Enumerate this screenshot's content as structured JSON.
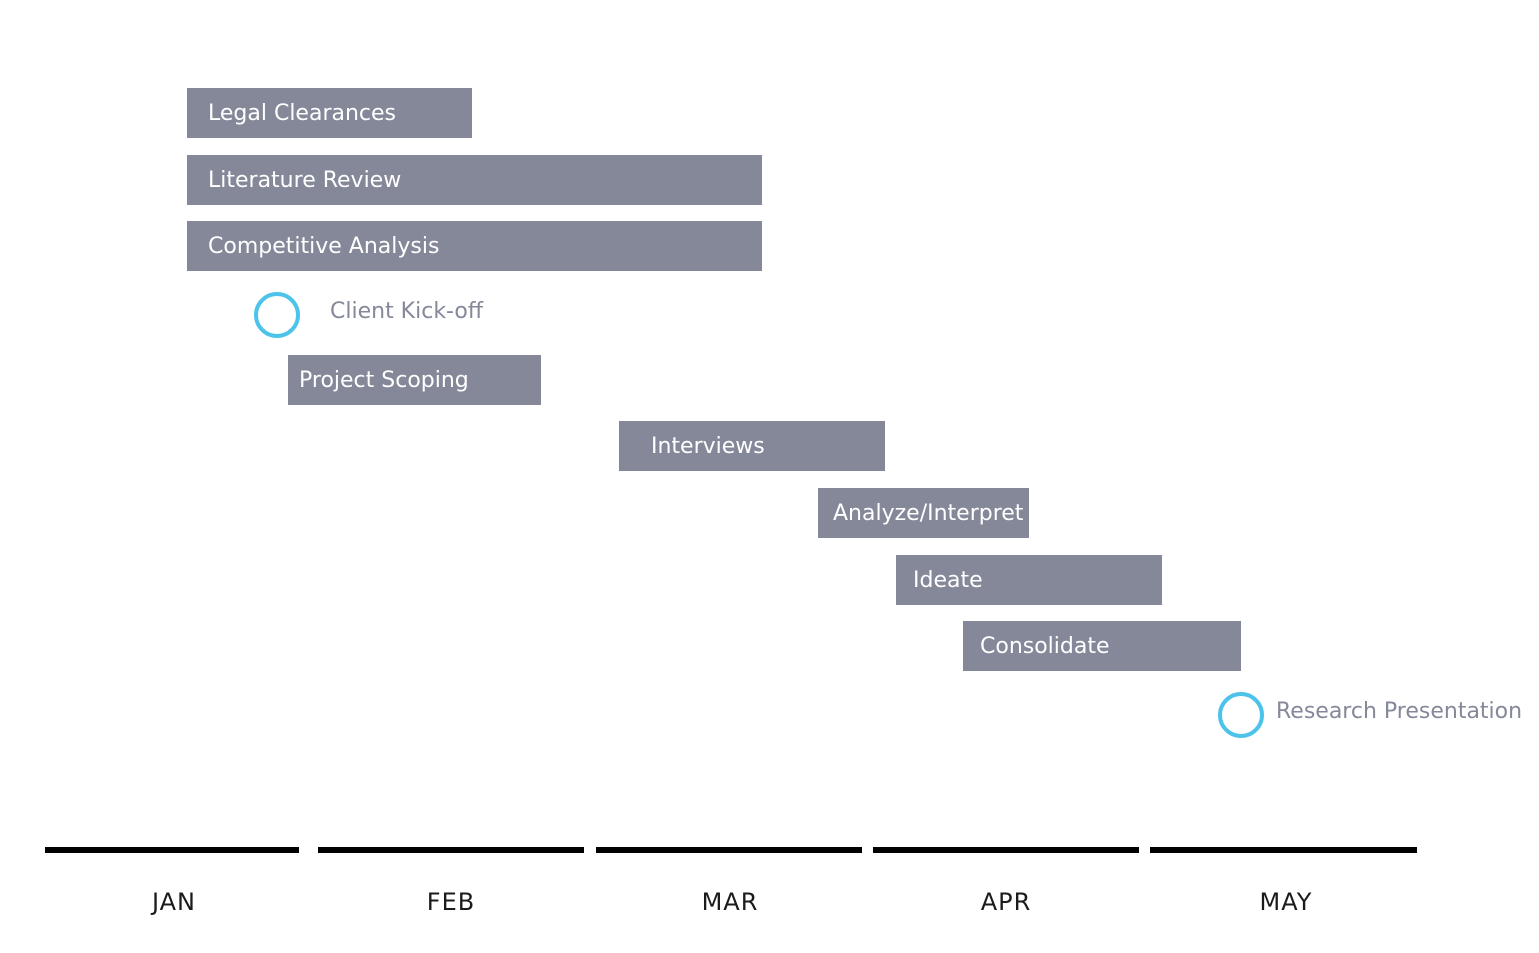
{
  "tasks": [
    {
      "label": "Legal Clearances"
    },
    {
      "label": "Literature Review"
    },
    {
      "label": "Competitive Analysis"
    },
    {
      "label": "Project Scoping"
    },
    {
      "label": "Interviews"
    },
    {
      "label": "Analyze/Interpret"
    },
    {
      "label": "Ideate"
    },
    {
      "label": "Consolidate"
    }
  ],
  "milestones": [
    {
      "label": "Client Kick-off"
    },
    {
      "label": "Research Presentation"
    }
  ],
  "months": [
    "JAN",
    "FEB",
    "MAR",
    "APR",
    "MAY"
  ],
  "colors": {
    "bar": "#858899",
    "bar_text": "#ffffff",
    "milestone_ring": "#4dc3ea",
    "milestone_text": "#858899",
    "axis": "#000000"
  }
}
